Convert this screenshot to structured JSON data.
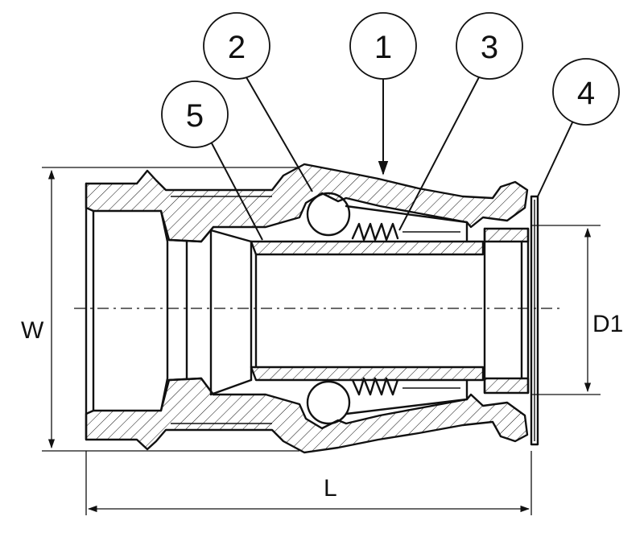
{
  "callouts": [
    {
      "id": "callout-1",
      "label": "1"
    },
    {
      "id": "callout-2",
      "label": "2"
    },
    {
      "id": "callout-3",
      "label": "3"
    },
    {
      "id": "callout-4",
      "label": "4"
    },
    {
      "id": "callout-5",
      "label": "5"
    }
  ],
  "dimensions": {
    "width": "W",
    "length": "L",
    "diameter": "D1"
  },
  "colors": {
    "line": "#111111",
    "background": "#ffffff"
  }
}
